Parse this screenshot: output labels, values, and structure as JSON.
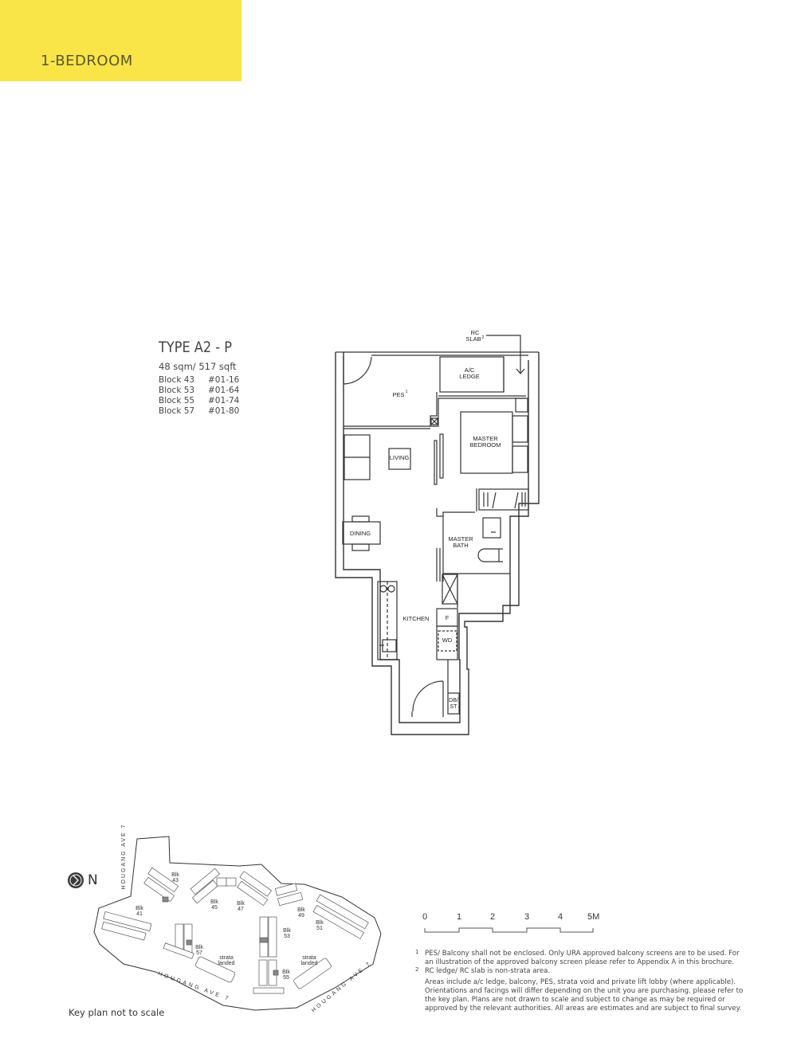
{
  "header": {
    "category_label": "1-BEDROOM",
    "banner_color": "#f9e547"
  },
  "unit": {
    "type_title": "TYPE A2 - P",
    "area": "48 sqm/ 517 sqft",
    "units": [
      {
        "block": "Block 43",
        "unit_no": "#01-16"
      },
      {
        "block": "Block 53",
        "unit_no": "#01-64"
      },
      {
        "block": "Block 55",
        "unit_no": "#01-74"
      },
      {
        "block": "Block 57",
        "unit_no": "#01-80"
      }
    ]
  },
  "floor_plan": {
    "labels": {
      "rc_slab_line1": "RC",
      "rc_slab_line2": "SLAB",
      "rc_slab_sup": "2",
      "ac_ledge_line1": "A/C",
      "ac_ledge_line2": "LEDGE",
      "pes": "PES",
      "pes_sup": "1",
      "living": "LIVING",
      "master_bedroom_line1": "MASTER",
      "master_bedroom_line2": "BEDROOM",
      "dining": "DINING",
      "master_bath_line1": "MASTER",
      "master_bath_line2": "BATH",
      "kitchen": "KITCHEN",
      "fridge": "F",
      "washer_dryer": "WD",
      "db_st_line1": "DB/",
      "db_st_line2": "ST"
    }
  },
  "key_plan": {
    "north_label": "N",
    "note": "Key plan not to scale",
    "roads": [
      "HOUGANG AVE 7",
      "HOUGANG AVE 7",
      "HOUGANG AVE 7",
      "HOUGANG AVE 7"
    ],
    "blocks": [
      {
        "label_line1": "Blk",
        "label_line2": "43"
      },
      {
        "label_line1": "Blk",
        "label_line2": "41"
      },
      {
        "label_line1": "Blk",
        "label_line2": "45"
      },
      {
        "label_line1": "Blk",
        "label_line2": "47"
      },
      {
        "label_line1": "Blk",
        "label_line2": "49"
      },
      {
        "label_line1": "Blk",
        "label_line2": "51"
      },
      {
        "label_line1": "Blk",
        "label_line2": "53"
      },
      {
        "label_line1": "Blk",
        "label_line2": "55"
      },
      {
        "label_line1": "Blk",
        "label_line2": "57"
      }
    ],
    "strata_landed": [
      "strata",
      "landed"
    ]
  },
  "scale_bar": {
    "ticks": [
      "0",
      "1",
      "2",
      "3",
      "4",
      "5M"
    ]
  },
  "notes": {
    "footnotes": [
      {
        "marker": "1",
        "text": "PES/ Balcony shall not be enclosed. Only URA approved balcony screens are to be used. For an illustration of the approved balcony screen please refer to Appendix A in this brochure."
      },
      {
        "marker": "2",
        "text": "RC ledge/ RC slab is non-strata area."
      }
    ],
    "general": "Areas include a/c ledge, balcony, PES, strata void and private lift lobby (where applicable). Orientations and facings will differ depending on the unit you are purchasing. please refer to the key plan. Plans are not drawn to scale and subject to change as may be required or approved by the relevant authorities. All areas are estimates and are subject to final survey."
  }
}
